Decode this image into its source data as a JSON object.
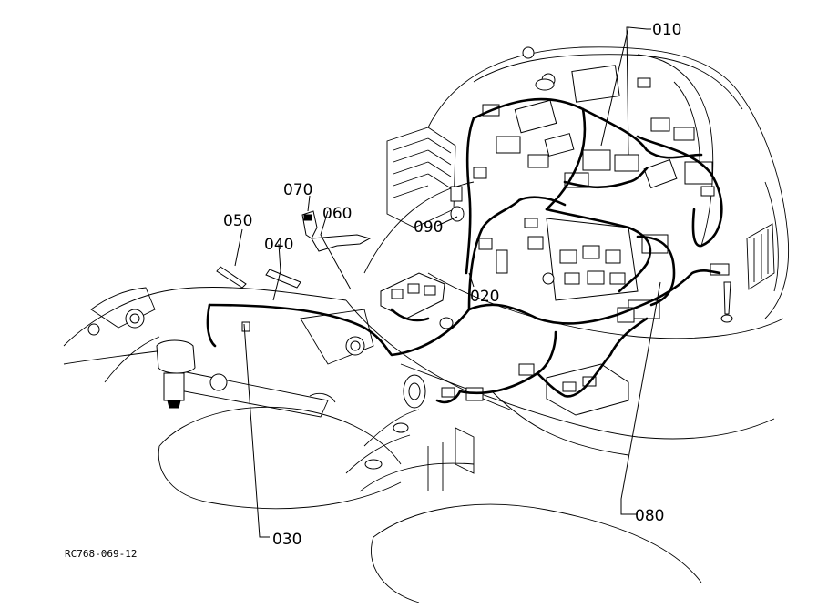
{
  "drawing": {
    "reference_code": "RC768-069-12",
    "callouts": [
      "010",
      "020",
      "030",
      "040",
      "050",
      "060",
      "070",
      "080",
      "090"
    ]
  }
}
